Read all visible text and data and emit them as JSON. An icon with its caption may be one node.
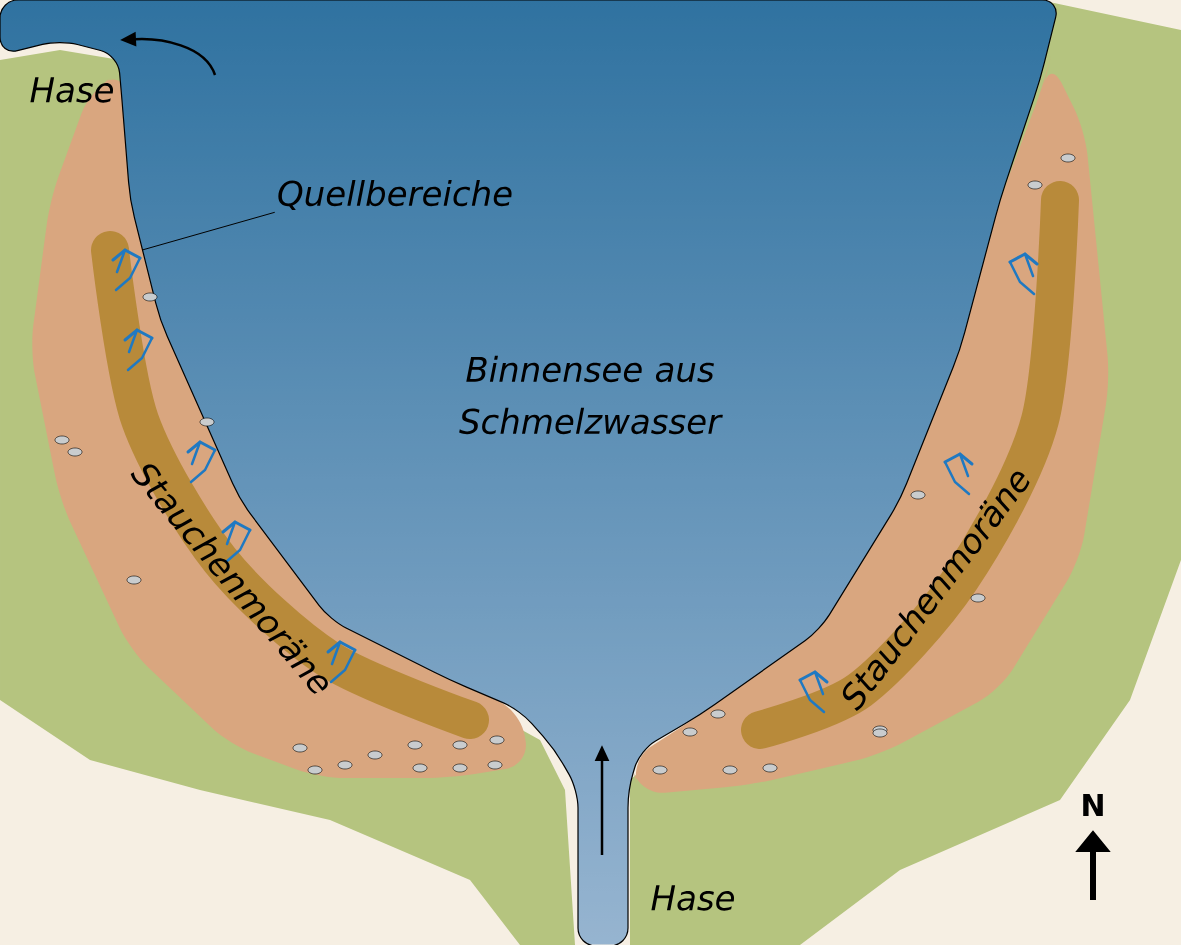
{
  "diagram": {
    "nodes": [
      {
        "text": [
          "Quellbereiche"
        ]
      },
      {
        "text": [],
        "shape": "picture"
      }
    ],
    "edges": [
      {
        "from": 0,
        "to": 1,
        "arrow": "none"
      }
    ],
    "labels": [
      "Hase",
      "Binnensee aus Schmelzwasser",
      "Stauchenmoräne",
      "Stauchenmoräne",
      "Hase",
      "N"
    ]
  }
}
